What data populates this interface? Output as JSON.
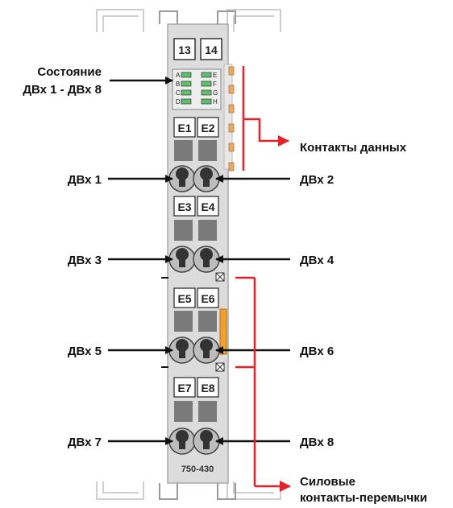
{
  "module": {
    "model_number": "750-430",
    "top_terminals": [
      "13",
      "14"
    ],
    "connector_labels": [
      "E1",
      "E2",
      "E3",
      "E4",
      "E5",
      "E6",
      "E7",
      "E8"
    ],
    "led_labels_left": [
      "A",
      "B",
      "C",
      "D"
    ],
    "led_labels_right": [
      "E",
      "F",
      "G",
      "H"
    ]
  },
  "annotations": {
    "status_line1": "Состояние",
    "status_line2": "ДВх 1 - ДВх 8",
    "data_contacts": "Контакты данных",
    "power_contacts_line1": "Силовые",
    "power_contacts_line2": "контакты-перемычки"
  },
  "inputs": {
    "in1": "ДВх 1",
    "in2": "ДВх 2",
    "in3": "ДВх 3",
    "in4": "ДВх 4",
    "in5": "ДВх 5",
    "in6": "ДВх 6",
    "in7": "ДВх 7",
    "in8": "ДВх 8"
  },
  "colors": {
    "accent": "#e8202a",
    "led": "#5fbf6a",
    "contact": "#e8a868",
    "body": "#dcdcdc",
    "block": "#7a7a7a"
  }
}
